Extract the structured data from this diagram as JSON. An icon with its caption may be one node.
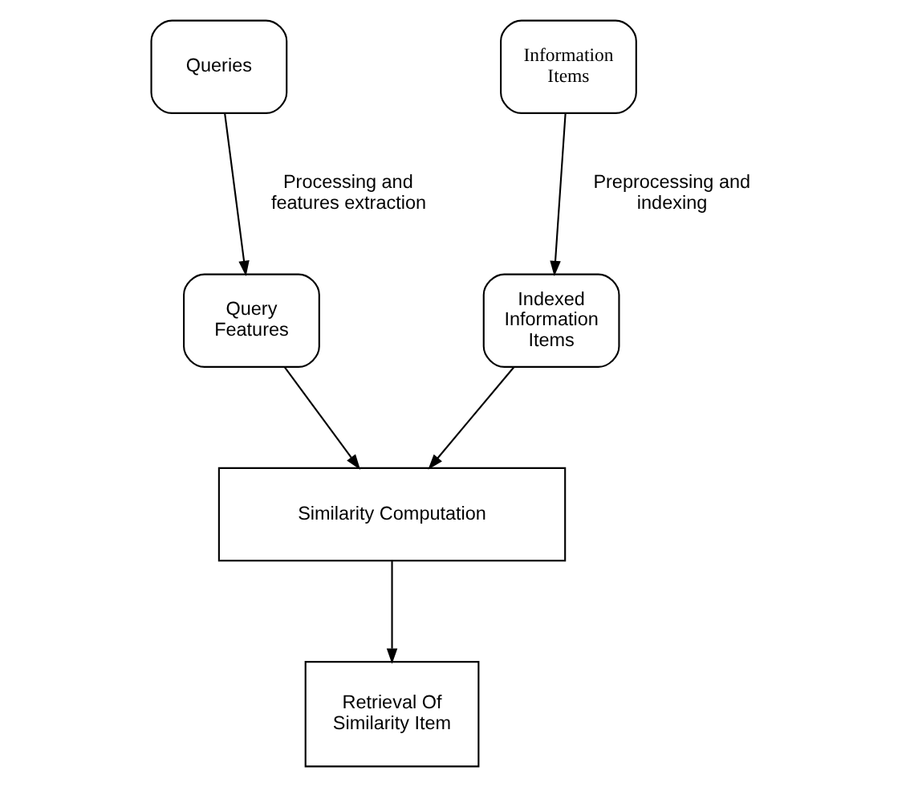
{
  "diagram": {
    "nodes": [
      {
        "text": [
          "Queries"
        ]
      },
      {
        "text": [
          "Information Items"
        ]
      },
      {
        "text": [
          "Query Features"
        ]
      },
      {
        "text": [
          "Indexed Information Items"
        ]
      },
      {
        "text": [
          "Similarity Computation"
        ]
      },
      {
        "text": [
          "Retrieval Of Similarity Item"
        ]
      }
    ],
    "edges": [
      {
        "from": 0,
        "to": 2,
        "arrow": "to",
        "label": "Processing and features extraction"
      },
      {
        "from": 1,
        "to": 3,
        "arrow": "to",
        "label": "Preprocessing and indexing"
      },
      {
        "from": 2,
        "to": 4,
        "arrow": "to"
      },
      {
        "from": 3,
        "to": 4,
        "arrow": "to"
      },
      {
        "from": 4,
        "to": 5,
        "arrow": "to"
      }
    ]
  }
}
